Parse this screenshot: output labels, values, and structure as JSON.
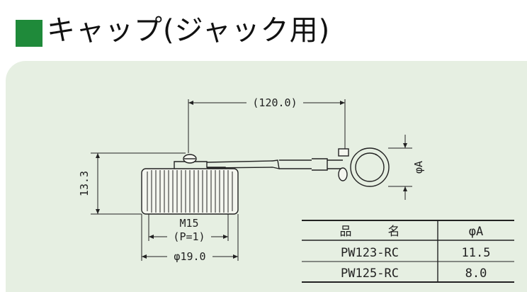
{
  "page": {
    "title": "キャップ(ジャック用)"
  },
  "drawing": {
    "dim_length": "(120.0)",
    "dim_height": "13.3",
    "dim_ring": "φA",
    "thread_line1": "M15",
    "thread_line2": "(P=1)",
    "dim_diameter": "φ19.0"
  },
  "table": {
    "header_part": "品　　　名",
    "header_dim": "φA",
    "rows": [
      {
        "part": "PW123-RC",
        "dim": "11.5"
      },
      {
        "part": "PW125-RC",
        "dim": "8.0"
      }
    ]
  },
  "colors": {
    "accent": "#1f8a3a",
    "panel": "#e6efe2",
    "line": "#222222"
  }
}
